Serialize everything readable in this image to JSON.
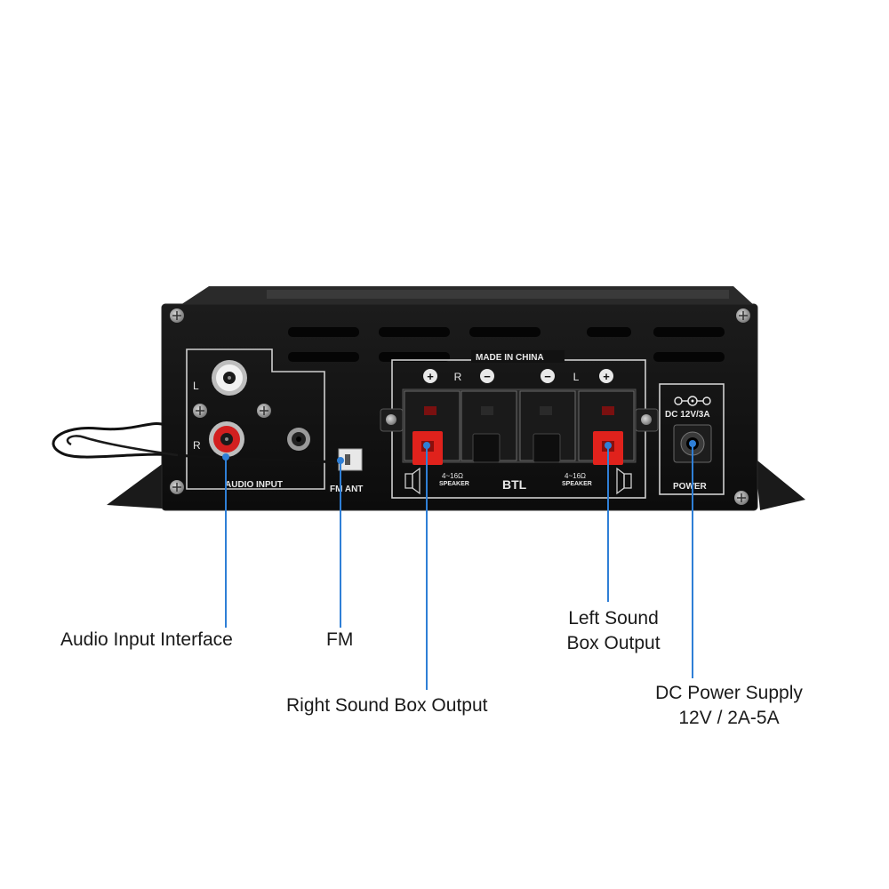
{
  "panel": {
    "made_in": "MADE IN CHINA",
    "audio_input": "AUDIO INPUT",
    "fm_ant": "FM ANT",
    "btl": "BTL",
    "speaker_range_left": "4~16Ω",
    "speaker_word_left": "SPEAKER",
    "speaker_range_right": "4~16Ω",
    "speaker_word_right": "SPEAKER",
    "dc_rating": "DC 12V/3A",
    "power": "POWER",
    "channel_l": "L",
    "channel_r": "R",
    "term_r_label": "R",
    "term_l_label": "L",
    "plus": "+",
    "minus": "−"
  },
  "callouts": {
    "audio_input_interface": "Audio Input Interface",
    "fm": "FM",
    "right_sound_box_output": "Right Sound Box Output",
    "left_sound_box_output_line1": "Left Sound",
    "left_sound_box_output_line2": "Box Output",
    "dc_power_supply_line1": "DC Power Supply",
    "dc_power_supply_line2": "12V / 2A-5A"
  },
  "colors": {
    "leader": "#2f7fd6",
    "chassis": "#121212",
    "terminal_red": "#e0221c",
    "rca_red": "#d21f1f"
  }
}
